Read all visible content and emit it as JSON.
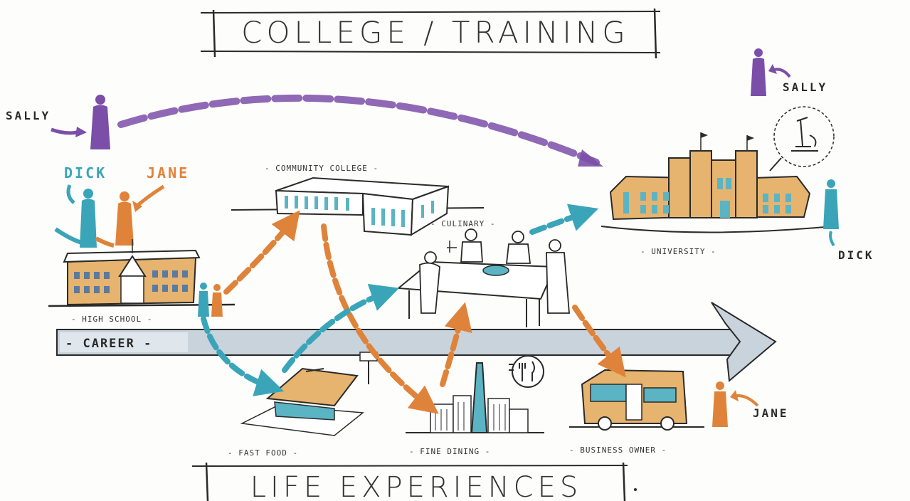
{
  "titles": {
    "top": "COLLEGE / TRAINING",
    "bottom": "LIFE EXPERIENCES"
  },
  "places": {
    "community_college": "- COMMUNITY COLLEGE -",
    "culinary": "- CULINARY -",
    "university": "- UNIVERSITY -",
    "high_school": "- HIGH SCHOOL -",
    "fast_food": "- FAST FOOD -",
    "fine_dining": "- FINE DINING -",
    "business_owner": "- BUSINESS OWNER -"
  },
  "career_label": "- CAREER -",
  "people": {
    "sally_left": "SALLY",
    "sally_right": "SALLY",
    "dick_left": "DICK",
    "dick_right": "DICK",
    "jane_left": "JANE",
    "jane_right": "JANE"
  },
  "colors": {
    "sally": "#7b4fa8",
    "dick": "#3aa5b8",
    "jane": "#e0833a",
    "building": "#e6b46e",
    "career": "#c9d3dc",
    "ink": "#2a2a2a"
  }
}
